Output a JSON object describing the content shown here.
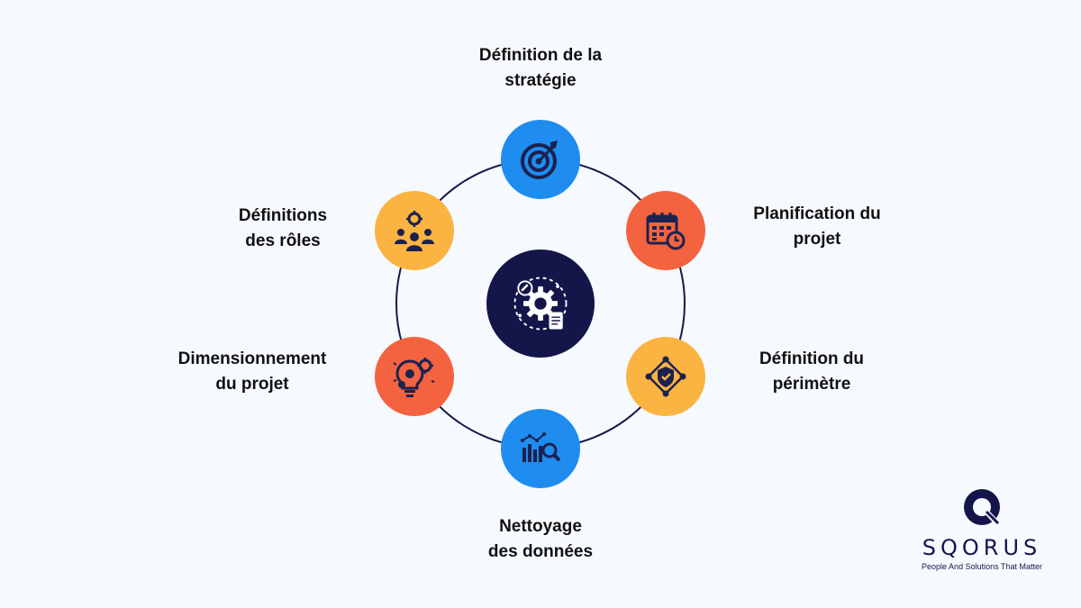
{
  "steps": [
    {
      "line1": "Définition de la",
      "line2": "stratégie",
      "icon": "target-icon",
      "color": "#1f8cf0"
    },
    {
      "line1": "Planification du",
      "line2": "projet",
      "icon": "calendar-clock-icon",
      "color": "#f4633f"
    },
    {
      "line1": "Définition du",
      "line2": "périmètre",
      "icon": "shield-network-icon",
      "color": "#fbb341"
    },
    {
      "line1": "Nettoyage",
      "line2": "des données",
      "icon": "data-search-icon",
      "color": "#1f8cf0"
    },
    {
      "line1": "Dimensionnement",
      "line2": "du projet",
      "icon": "idea-gear-icon",
      "color": "#f4633f"
    },
    {
      "line1": "Définitions",
      "line2": "des rôles",
      "icon": "team-gear-icon",
      "color": "#fbb341"
    }
  ],
  "center_icon": "process-gears-icon",
  "brand": {
    "name": "SQORUS",
    "tagline": "People And Solutions That Matter",
    "icon": "sqorus-logo-icon",
    "color": "#14164a"
  }
}
